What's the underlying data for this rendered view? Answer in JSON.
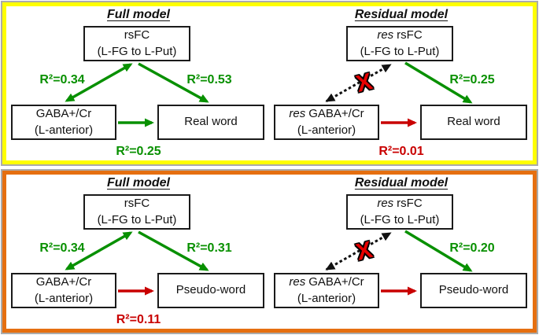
{
  "figure": {
    "colors": {
      "green": "#089000",
      "red": "#C90000",
      "black": "#111111",
      "x_red": "#E60000",
      "panel_yellow": "#FFFF00",
      "panel_orange": "#E56F10",
      "box_border": "#1a1a1a",
      "panel_outline": "#ababab"
    },
    "panels": [
      {
        "name": "Real word panel",
        "border_color": "#FFFF00",
        "full": {
          "title": "Full model",
          "top_box": {
            "prefix": "",
            "label": "rsFC",
            "sublabel": "(L-FG to L-Put)"
          },
          "left_box": {
            "prefix": "",
            "label": "GABA+/Cr",
            "sublabel": "(L-anterior)"
          },
          "outcome_box": "Real word",
          "left_r2": "R²=0.34",
          "right_r2": "R²=0.53",
          "bottom_r2": "R²=0.25"
        },
        "residual": {
          "title": "Residual model",
          "top_box": {
            "prefix": "res",
            "label": "rsFC",
            "sublabel": "(L-FG to L-Put)"
          },
          "left_box": {
            "prefix": "res",
            "label": "GABA+/Cr",
            "sublabel": "(L-anterior)"
          },
          "outcome_box": "Real word",
          "right_r2": "R²=0.25",
          "bottom_r2": "R²=0.01",
          "x_mark": "X"
        }
      },
      {
        "name": "Pseudo-word panel",
        "border_color": "#E56F10",
        "full": {
          "title": "Full model",
          "top_box": {
            "prefix": "",
            "label": "rsFC",
            "sublabel": "(L-FG to L-Put)"
          },
          "left_box": {
            "prefix": "",
            "label": "GABA+/Cr",
            "sublabel": "(L-anterior)"
          },
          "outcome_box": "Pseudo-word",
          "left_r2": "R²=0.34",
          "right_r2": "R²=0.31",
          "bottom_r2": "R²=0.11"
        },
        "residual": {
          "title": "Residual model",
          "top_box": {
            "prefix": "res",
            "label": "rsFC",
            "sublabel": "(L-FG to L-Put)"
          },
          "left_box": {
            "prefix": "res",
            "label": "GABA+/Cr",
            "sublabel": "(L-anterior)"
          },
          "outcome_box": "Pseudo-word",
          "right_r2": "R²=0.20",
          "x_mark": "X"
        }
      }
    ]
  }
}
